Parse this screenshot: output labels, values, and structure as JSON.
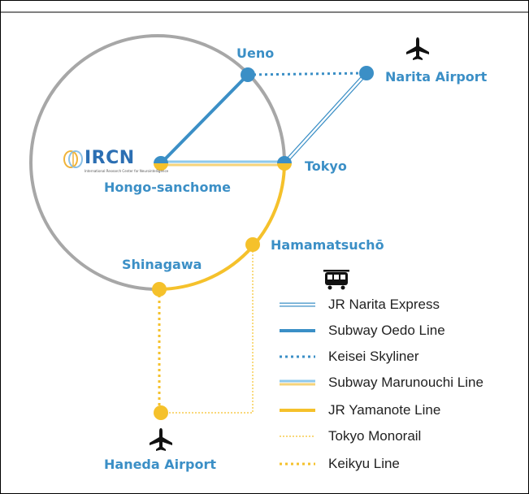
{
  "colors": {
    "frame": "#000000",
    "circle": "#a7a7a7",
    "blue": "#3b8fc6",
    "yellow": "#f5c12b",
    "label": "#3b8fc6",
    "legend_text": "#222222",
    "icon": "#111111"
  },
  "stations": {
    "ueno": "Ueno",
    "narita": "Narita Airport",
    "hongo": "Hongo-sanchome",
    "tokyo": "Tokyo",
    "hamamatsucho": "Hamamatsuchō",
    "shinagawa": "Shinagawa",
    "haneda": "Haneda Airport"
  },
  "logo": {
    "text": "IRCN",
    "tagline": "International Research Center for Neurointelligence",
    "icon": "brain-icon"
  },
  "legend": {
    "icon": "train-icon",
    "items": [
      {
        "label": "JR Narita Express",
        "style": "double-outline-blue"
      },
      {
        "label": "Subway Oedo Line",
        "style": "solid-blue"
      },
      {
        "label": "Keisei Skyliner",
        "style": "dotted-blue"
      },
      {
        "label": "Subway Marunouchi Line",
        "style": "striped-blue-yellow"
      },
      {
        "label": "JR Yamanote Line",
        "style": "solid-yellow"
      },
      {
        "label": "Tokyo Monorail",
        "style": "thin-dotted-yellow"
      },
      {
        "label": "Keikyu Line",
        "style": "dotted-yellow"
      }
    ]
  },
  "icons": {
    "narita_plane": "airplane-icon",
    "haneda_plane": "airplane-icon"
  }
}
